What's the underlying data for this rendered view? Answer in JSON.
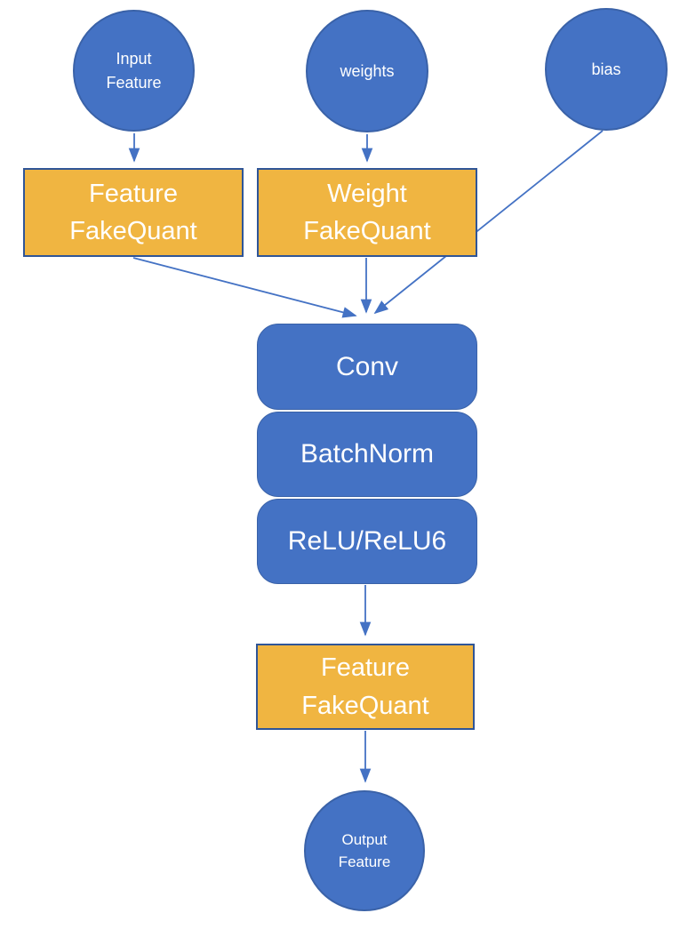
{
  "diagram": {
    "type": "flowchart",
    "description": "Quantization-aware training conv block diagram",
    "colors": {
      "node_blue": "#4472C4",
      "node_border": "#3A62A8",
      "node_orange": "#F0B541",
      "orange_border": "#2F5597",
      "arrow_blue": "#4472C4",
      "label_text": "#FFFFFF",
      "canvas_bg": "#FFFFFF"
    },
    "nodes": {
      "input_feature": "Input\nFeature",
      "weights": "weights",
      "bias": "bias",
      "feature_fakequant_top": "Feature\nFakeQuant",
      "weight_fakequant": "Weight\nFakeQuant",
      "conv": "Conv",
      "batchnorm": "BatchNorm",
      "relu": "ReLU/ReLU6",
      "feature_fakequant_bottom": "Feature\nFakeQuant",
      "output_feature": "Output\nFeature"
    },
    "edges": [
      {
        "from": "input_feature",
        "to": "feature_fakequant_top"
      },
      {
        "from": "weights",
        "to": "weight_fakequant"
      },
      {
        "from": "feature_fakequant_top",
        "to": "conv"
      },
      {
        "from": "weight_fakequant",
        "to": "conv"
      },
      {
        "from": "bias",
        "to": "conv"
      },
      {
        "from": "relu",
        "to": "feature_fakequant_bottom"
      },
      {
        "from": "feature_fakequant_bottom",
        "to": "output_feature"
      }
    ]
  }
}
